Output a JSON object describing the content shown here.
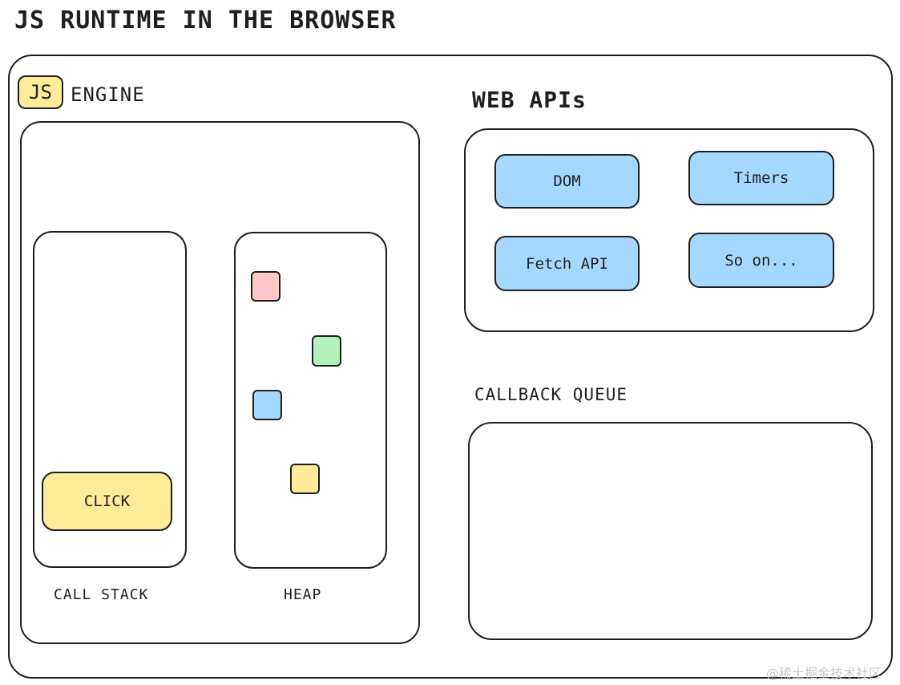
{
  "page": {
    "title": "JS RUNTIME IN THE BROWSER",
    "watermark": "@稀土掘金技术社区"
  },
  "engine": {
    "badge": "JS",
    "label": "ENGINE",
    "call_stack": {
      "label": "CALL STACK",
      "items": [
        "CLICK"
      ]
    },
    "heap": {
      "label": "HEAP",
      "objects": [
        {
          "color": "#ffc9c9"
        },
        {
          "color": "#b2f2bb"
        },
        {
          "color": "#a5d8ff"
        },
        {
          "color": "#ffec99"
        }
      ]
    }
  },
  "web_apis": {
    "label": "WEB APIs",
    "items": [
      "DOM",
      "Timers",
      "Fetch API",
      "So on..."
    ]
  },
  "callback_queue": {
    "label": "CALLBACK QUEUE"
  },
  "colors": {
    "stroke": "#1e1e1e",
    "yellow": "#ffec99",
    "blue": "#a5d8ff"
  }
}
